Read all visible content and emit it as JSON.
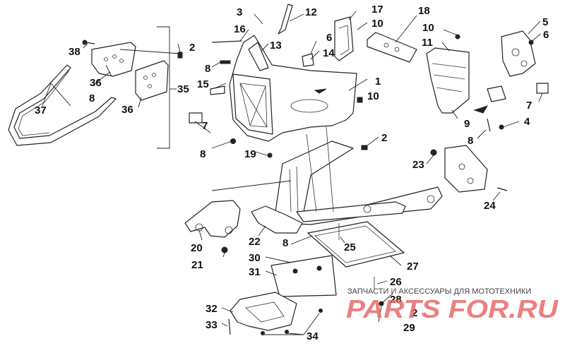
{
  "diagram": {
    "callouts": [
      {
        "id": "c1",
        "label": "1"
      },
      {
        "id": "c2a",
        "label": "2"
      },
      {
        "id": "c2b",
        "label": "2"
      },
      {
        "id": "c2c",
        "label": "2"
      },
      {
        "id": "c3",
        "label": "3"
      },
      {
        "id": "c4",
        "label": "4"
      },
      {
        "id": "c5",
        "label": "5"
      },
      {
        "id": "c6a",
        "label": "6"
      },
      {
        "id": "c6b",
        "label": "6"
      },
      {
        "id": "c7a",
        "label": "7"
      },
      {
        "id": "c7b",
        "label": "7"
      },
      {
        "id": "c8a",
        "label": "8"
      },
      {
        "id": "c8b",
        "label": "8"
      },
      {
        "id": "c8c",
        "label": "8"
      },
      {
        "id": "c8d",
        "label": "8"
      },
      {
        "id": "c8e",
        "label": "8"
      },
      {
        "id": "c9",
        "label": "9"
      },
      {
        "id": "c10a",
        "label": "10"
      },
      {
        "id": "c10b",
        "label": "10"
      },
      {
        "id": "c10c",
        "label": "10"
      },
      {
        "id": "c11",
        "label": "11"
      },
      {
        "id": "c12",
        "label": "12"
      },
      {
        "id": "c13",
        "label": "13"
      },
      {
        "id": "c14",
        "label": "14"
      },
      {
        "id": "c15",
        "label": "15"
      },
      {
        "id": "c16",
        "label": "16"
      },
      {
        "id": "c17",
        "label": "17"
      },
      {
        "id": "c18",
        "label": "18"
      },
      {
        "id": "c19",
        "label": "19"
      },
      {
        "id": "c20",
        "label": "20"
      },
      {
        "id": "c21",
        "label": "21"
      },
      {
        "id": "c22",
        "label": "22"
      },
      {
        "id": "c23",
        "label": "23"
      },
      {
        "id": "c24",
        "label": "24"
      },
      {
        "id": "c25",
        "label": "25"
      },
      {
        "id": "c26",
        "label": "26"
      },
      {
        "id": "c27",
        "label": "27"
      },
      {
        "id": "c28",
        "label": "28"
      },
      {
        "id": "c29",
        "label": "29"
      },
      {
        "id": "c30",
        "label": "30"
      },
      {
        "id": "c31",
        "label": "31"
      },
      {
        "id": "c32",
        "label": "32"
      },
      {
        "id": "c33",
        "label": "33"
      },
      {
        "id": "c34",
        "label": "34"
      },
      {
        "id": "c35",
        "label": "35"
      },
      {
        "id": "c36a",
        "label": "36"
      },
      {
        "id": "c36b",
        "label": "36"
      },
      {
        "id": "c37",
        "label": "37"
      },
      {
        "id": "c38",
        "label": "38"
      }
    ]
  },
  "watermark": {
    "caption": "ЗАПЧАСТИ И АКСЕССУАРЫ ДЛЯ МОТОТЕХНИКИ",
    "logo": "PARTS FOR.RU"
  },
  "colors": {
    "line": "#222222",
    "background": "#ffffff",
    "watermark_logo": "#e86b6b"
  }
}
